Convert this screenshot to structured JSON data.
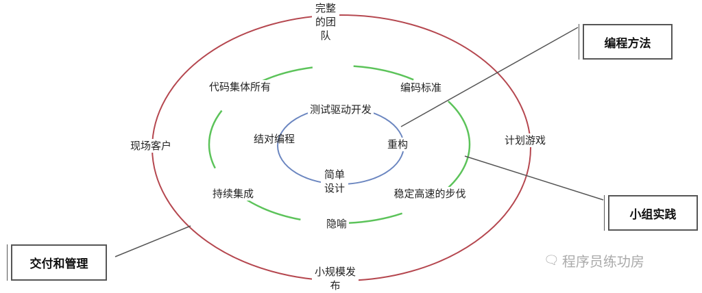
{
  "colors": {
    "outer": "#b5474f",
    "middle": "#5cc35a",
    "inner": "#6b86c0",
    "connector": "#555555"
  },
  "outer_ring": [
    "完整的团队",
    "现场客户",
    "计划游戏",
    "小规模发布"
  ],
  "middle_ring": [
    "代码集体所有",
    "编码标准",
    "持续集成",
    "稳定高速的步伐",
    "隐喻"
  ],
  "inner_ring": [
    "测试驱动开发",
    "结对编程",
    "重构",
    "简单设计"
  ],
  "categories": {
    "programming": "编程方法",
    "team": "小组实践",
    "delivery": "交付和管理"
  },
  "watermark": "程序员练功房"
}
